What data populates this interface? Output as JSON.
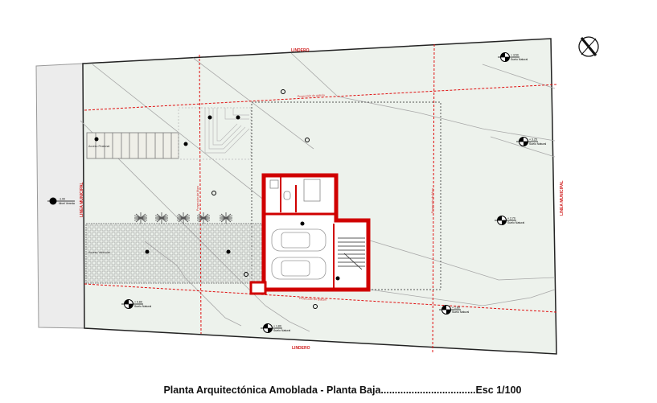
{
  "title": "Planta Arquitectónica Amoblada - Planta Baja..................................Esc 1/100",
  "labels": {
    "lindero_top": "LINDERO",
    "lindero_bottom": "LINDERO",
    "linea_municipal_left": "LINEA MUNICIPAL",
    "linea_municipal_right": "LINEA MUNICIPAL",
    "proyeccion_galeria": "Proyección de galería",
    "proyeccion_balcon": "Proyección de Balcón",
    "proyeccion_muro_left": "Proyección de Muro",
    "proyeccion_muro_right": "Proyección de Muro",
    "acceso_peatonal": "Acceso Peatonal",
    "acceso_vehicular": "Acceso Vehicular"
  },
  "levels": [
    {
      "value": "+ 3.50",
      "label": "Suelo Natural"
    },
    {
      "value": "+ 3.25",
      "label": "Suelo Natural"
    },
    {
      "value": "+ 2.70",
      "label": "Suelo Natural"
    },
    {
      "value": "+ 1.80",
      "label": "Suelo Natural"
    },
    {
      "value": "+ 1.80",
      "label": "Suelo Natural"
    },
    {
      "value": "+ 0.80",
      "label": "Suelo Natural"
    },
    {
      "value": "-1.00",
      "label": "Nivel Vereda"
    }
  ],
  "colors": {
    "wall": "#d00000",
    "ground": "#edf2ec",
    "sidewalk": "#ececec",
    "dash": "#e01010"
  },
  "icons": [
    "north-arrow-icon",
    "level-marker-icon",
    "palm-tree-icon",
    "car-icon"
  ]
}
